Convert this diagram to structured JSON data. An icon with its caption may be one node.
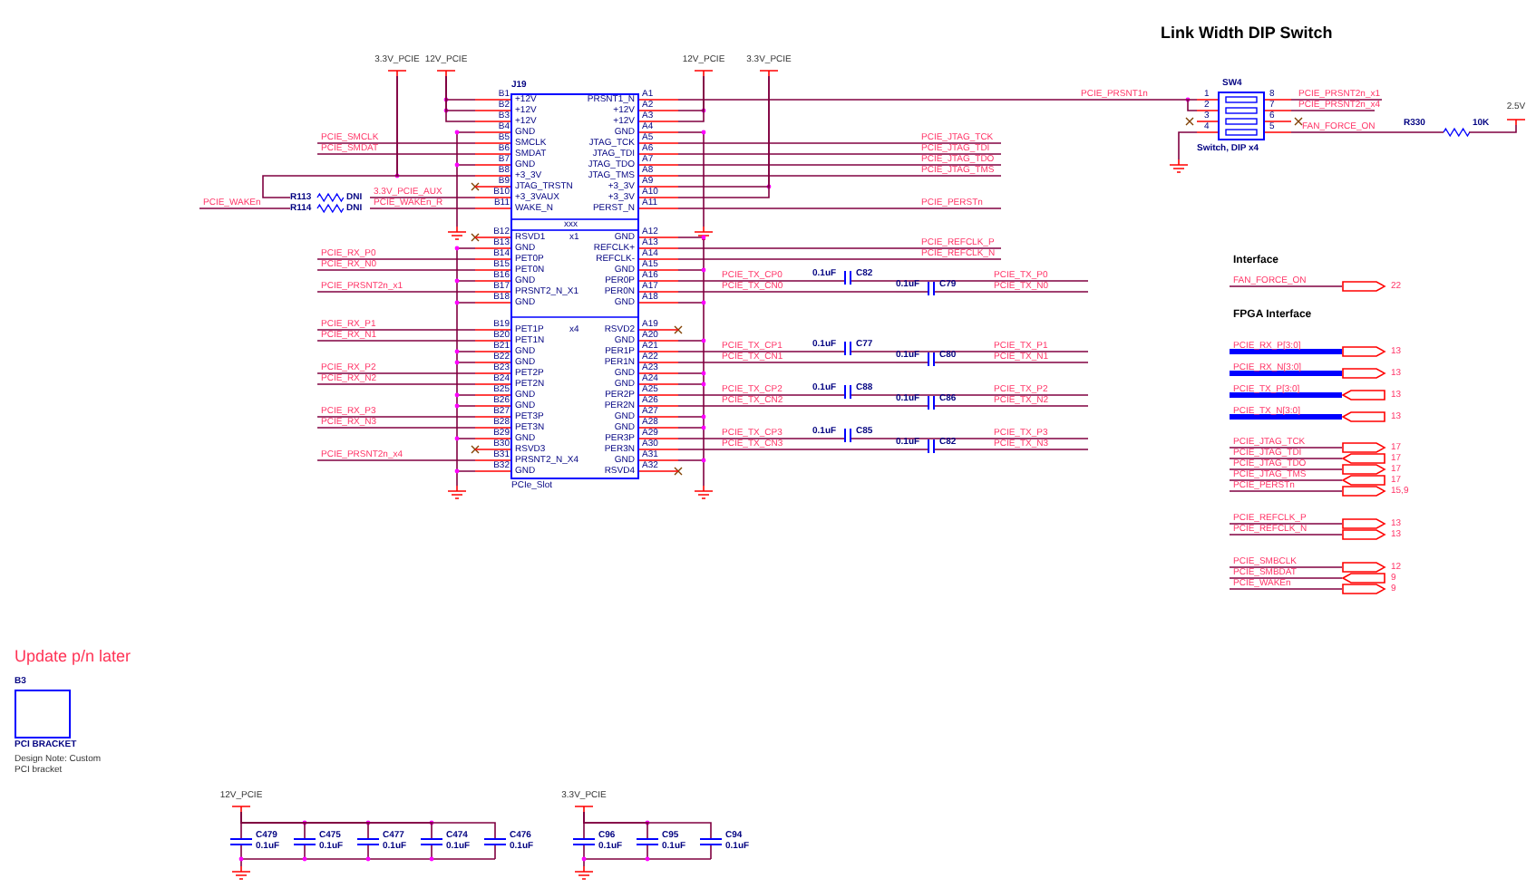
{
  "diagram": {
    "title": "Link Width DIP Switch",
    "nodes": [
      {
        "text": [
          "J19",
          "xxx",
          "x1",
          "x4"
        ],
        "beside": [
          "PCIe_Slot"
        ]
      },
      {
        "text": [
          "3.3V_PCIE"
        ]
      },
      {
        "text": [
          "12V_PCIE"
        ]
      },
      {
        "text": [
          "12V_PCIE"
        ]
      },
      {
        "text": [
          "3.3V_PCIE"
        ]
      },
      {
        "text": [
          "R113",
          "DNI"
        ]
      },
      {
        "text": [
          "R114",
          "DNI"
        ]
      },
      {
        "text": [
          "0.1uF",
          "C82"
        ]
      },
      {
        "text": [
          "0.1uF",
          "C79"
        ]
      },
      {
        "text": [
          "0.1uF",
          "C77"
        ]
      },
      {
        "text": [
          "0.1uF",
          "C80"
        ]
      },
      {
        "text": [
          "0.1uF",
          "C88"
        ]
      },
      {
        "text": [
          "0.1uF",
          "C86"
        ]
      },
      {
        "text": [
          "0.1uF",
          "C85"
        ]
      },
      {
        "text": [
          "0.1uF",
          "C82"
        ]
      },
      {
        "text": [
          "SW4"
        ],
        "beside": [
          "Switch, DIP x4"
        ]
      },
      {
        "text": [
          "R330",
          "10K"
        ]
      },
      {
        "text": [
          "2.5V"
        ]
      },
      {
        "text": [],
        "shape": "box",
        "beside": [
          "22"
        ]
      },
      {
        "text": [],
        "shape": "box",
        "beside": [
          "13"
        ]
      },
      {
        "text": [],
        "shape": "box",
        "beside": [
          "13"
        ]
      },
      {
        "text": [],
        "shape": "box",
        "beside": [
          "13"
        ]
      },
      {
        "text": [],
        "shape": "box",
        "beside": [
          "13"
        ]
      },
      {
        "text": [],
        "shape": "box",
        "beside": [
          "17"
        ]
      },
      {
        "text": [],
        "shape": "box",
        "beside": [
          "17"
        ]
      },
      {
        "text": [],
        "shape": "box",
        "beside": [
          "17"
        ]
      },
      {
        "text": [],
        "shape": "box",
        "beside": [
          "17"
        ]
      },
      {
        "text": [],
        "shape": "box",
        "beside": [
          "15,9"
        ]
      },
      {
        "text": [],
        "shape": "box",
        "beside": [
          "13"
        ]
      },
      {
        "text": [],
        "shape": "box",
        "beside": [
          "13"
        ]
      },
      {
        "text": [],
        "shape": "box",
        "beside": [
          "12"
        ]
      },
      {
        "text": [],
        "shape": "box",
        "beside": [
          "9"
        ]
      },
      {
        "text": [],
        "shape": "box",
        "beside": [
          "9"
        ]
      },
      {
        "text": [
          "B3"
        ],
        "beside": [
          "PCI BRACKET"
        ]
      },
      {
        "text": [
          "12V_PCIE"
        ]
      },
      {
        "text": [
          "C479",
          "0.1uF"
        ]
      },
      {
        "text": [
          "C475",
          "0.1uF"
        ]
      },
      {
        "text": [
          "C477",
          "0.1uF"
        ]
      },
      {
        "text": [
          "C474",
          "0.1uF"
        ]
      },
      {
        "text": [
          "C476",
          "0.1uF"
        ]
      },
      {
        "text": [
          "3.3V_PCIE"
        ]
      },
      {
        "text": [
          "C96",
          "0.1uF"
        ]
      },
      {
        "text": [
          "C95",
          "0.1uF"
        ]
      },
      {
        "text": [
          "C94",
          "0.1uF"
        ]
      }
    ],
    "edges": [
      {
        "from": 2,
        "to": 0,
        "arrow": "none"
      },
      {
        "from": 2,
        "to": 0,
        "arrow": "none"
      },
      {
        "from": 2,
        "to": 0,
        "arrow": "none"
      },
      {
        "from": null,
        "to": 0,
        "arrow": "none",
        "label": "PCIE_SMCLK"
      },
      {
        "from": null,
        "to": 0,
        "arrow": "none",
        "label": "PCIE_SMDAT"
      },
      {
        "from": 1,
        "to": 0,
        "arrow": "none"
      },
      {
        "from": 1,
        "to": 5,
        "arrow": "none"
      },
      {
        "from": 5,
        "to": 0,
        "arrow": "none",
        "label": "3.3V_PCIE_AUX"
      },
      {
        "from": null,
        "to": 6,
        "arrow": "none",
        "label": "PCIE_WAKEn"
      },
      {
        "from": 6,
        "to": 0,
        "arrow": "none",
        "label": "PCIE_WAKEn_R"
      },
      {
        "from": null,
        "to": 0,
        "arrow": "none",
        "label": "PCIE_RX_P0"
      },
      {
        "from": null,
        "to": 0,
        "arrow": "none",
        "label": "PCIE_RX_N0"
      },
      {
        "from": null,
        "to": 0,
        "arrow": "none",
        "label": "PCIE_PRSNT2n_x1"
      },
      {
        "from": null,
        "to": 0,
        "arrow": "none",
        "label": "PCIE_RX_P1"
      },
      {
        "from": null,
        "to": 0,
        "arrow": "none",
        "label": "PCIE_RX_N1"
      },
      {
        "from": null,
        "to": 0,
        "arrow": "none",
        "label": "PCIE_RX_P2"
      },
      {
        "from": null,
        "to": 0,
        "arrow": "none",
        "label": "PCIE_RX_N2"
      },
      {
        "from": null,
        "to": 0,
        "arrow": "none",
        "label": "PCIE_RX_P3"
      },
      {
        "from": null,
        "to": 0,
        "arrow": "none",
        "label": "PCIE_RX_N3"
      },
      {
        "from": null,
        "to": 0,
        "arrow": "none",
        "label": "PCIE_PRSNT2n_x4"
      },
      {
        "from": 0,
        "to": 15,
        "arrow": "none",
        "label": "PCIE_PRSNT1n"
      },
      {
        "from": 3,
        "to": 0,
        "arrow": "none"
      },
      {
        "from": 3,
        "to": 0,
        "arrow": "none"
      },
      {
        "from": 0,
        "to": null,
        "arrow": "none",
        "label": "PCIE_JTAG_TCK"
      },
      {
        "from": 0,
        "to": null,
        "arrow": "none",
        "label": "PCIE_JTAG_TDI"
      },
      {
        "from": 0,
        "to": null,
        "arrow": "none",
        "label": "PCIE_JTAG_TDO"
      },
      {
        "from": 0,
        "to": null,
        "arrow": "none",
        "label": "PCIE_JTAG_TMS"
      },
      {
        "from": 4,
        "to": 0,
        "arrow": "none"
      },
      {
        "from": 4,
        "to": 0,
        "arrow": "none"
      },
      {
        "from": 0,
        "to": null,
        "arrow": "none",
        "label": "PCIE_PERSTn"
      },
      {
        "from": 0,
        "to": null,
        "arrow": "none",
        "label": "PCIE_REFCLK_P"
      },
      {
        "from": 0,
        "to": null,
        "arrow": "none",
        "label": "PCIE_REFCLK_N"
      },
      {
        "from": 0,
        "to": 7,
        "arrow": "none",
        "label": "PCIE_TX_CP0"
      },
      {
        "from": 7,
        "to": null,
        "arrow": "none",
        "label": "PCIE_TX_P0"
      },
      {
        "from": 0,
        "to": 8,
        "arrow": "none",
        "label": "PCIE_TX_CN0"
      },
      {
        "from": 8,
        "to": null,
        "arrow": "none",
        "label": "PCIE_TX_N0"
      },
      {
        "from": 0,
        "to": 9,
        "arrow": "none",
        "label": "PCIE_TX_CP1"
      },
      {
        "from": 9,
        "to": null,
        "arrow": "none",
        "label": "PCIE_TX_P1"
      },
      {
        "from": 0,
        "to": 10,
        "arrow": "none",
        "label": "PCIE_TX_CN1"
      },
      {
        "from": 10,
        "to": null,
        "arrow": "none",
        "label": "PCIE_TX_N1"
      },
      {
        "from": 0,
        "to": 11,
        "arrow": "none",
        "label": "PCIE_TX_CP2"
      },
      {
        "from": 11,
        "to": null,
        "arrow": "none",
        "label": "PCIE_TX_P2"
      },
      {
        "from": 0,
        "to": 12,
        "arrow": "none",
        "label": "PCIE_TX_CN2"
      },
      {
        "from": 12,
        "to": null,
        "arrow": "none",
        "label": "PCIE_TX_N2"
      },
      {
        "from": 0,
        "to": 13,
        "arrow": "none",
        "label": "PCIE_TX_CP3"
      },
      {
        "from": 13,
        "to": null,
        "arrow": "none",
        "label": "PCIE_TX_P3"
      },
      {
        "from": 0,
        "to": 14,
        "arrow": "none",
        "label": "PCIE_TX_CN3"
      },
      {
        "from": 14,
        "to": null,
        "arrow": "none",
        "label": "PCIE_TX_N3"
      },
      {
        "from": 15,
        "to": null,
        "arrow": "none",
        "label": "PCIE_PRSNT2n_x1"
      },
      {
        "from": 15,
        "to": null,
        "arrow": "none",
        "label": "PCIE_PRSNT2n_x4"
      },
      {
        "from": 15,
        "to": 16,
        "arrow": "none",
        "label": "FAN_FORCE_ON"
      },
      {
        "from": 16,
        "to": 17,
        "arrow": "none"
      },
      {
        "from": null,
        "to": 18,
        "arrow": "none",
        "label": "FAN_FORCE_ON"
      },
      {
        "from": null,
        "to": 19,
        "arrow": "none",
        "label": "PCIE_RX_P[3:0]",
        "style": "thick",
        "color": "#0000ff"
      },
      {
        "from": null,
        "to": 20,
        "arrow": "none",
        "label": "PCIE_RX_N[3:0]",
        "style": "thick",
        "color": "#0000ff"
      },
      {
        "from": null,
        "to": 21,
        "arrow": "none",
        "label": "PCIE_TX_P[3:0]",
        "style": "thick",
        "color": "#0000ff"
      },
      {
        "from": null,
        "to": 22,
        "arrow": "none",
        "label": "PCIE_TX_N[3:0]",
        "style": "thick",
        "color": "#0000ff"
      },
      {
        "from": null,
        "to": 23,
        "arrow": "none",
        "label": "PCIE_JTAG_TCK"
      },
      {
        "from": null,
        "to": 24,
        "arrow": "none",
        "label": "PCIE_JTAG_TDI"
      },
      {
        "from": null,
        "to": 25,
        "arrow": "none",
        "label": "PCIE_JTAG_TDO"
      },
      {
        "from": null,
        "to": 26,
        "arrow": "none",
        "label": "PCIE_JTAG_TMS"
      },
      {
        "from": null,
        "to": 27,
        "arrow": "none",
        "label": "PCIE_PERSTn"
      },
      {
        "from": null,
        "to": 28,
        "arrow": "none",
        "label": "PCIE_REFCLK_P"
      },
      {
        "from": null,
        "to": 29,
        "arrow": "none",
        "label": "PCIE_REFCLK_N"
      },
      {
        "from": null,
        "to": 30,
        "arrow": "none",
        "label": "PCIE_SMBCLK"
      },
      {
        "from": null,
        "to": 31,
        "arrow": "none",
        "label": "PCIE_SMBDAT"
      },
      {
        "from": null,
        "to": 32,
        "arrow": "none",
        "label": "PCIE_WAKEn"
      },
      {
        "from": 34,
        "to": 35,
        "arrow": "none"
      },
      {
        "from": 34,
        "to": 36,
        "arrow": "none"
      },
      {
        "from": 34,
        "to": 37,
        "arrow": "none"
      },
      {
        "from": 34,
        "to": 38,
        "arrow": "none"
      },
      {
        "from": 34,
        "to": 39,
        "arrow": "none"
      },
      {
        "from": 40,
        "to": 41,
        "arrow": "none"
      },
      {
        "from": 40,
        "to": 42,
        "arrow": "none"
      },
      {
        "from": 40,
        "to": 43,
        "arrow": "none"
      }
    ],
    "labels": [
      "B1",
      "+12V",
      "PRSNT1_N",
      "A1",
      "B2",
      "+12V",
      "+12V",
      "A2",
      "B3",
      "+12V",
      "+12V",
      "A3",
      "B4",
      "GND",
      "GND",
      "A4",
      "B5",
      "SMCLK",
      "JTAG_TCK",
      "A5",
      "B6",
      "SMDAT",
      "JTAG_TDI",
      "A6",
      "B7",
      "GND",
      "JTAG_TDO",
      "A7",
      "B8",
      "+3_3V",
      "JTAG_TMS",
      "A8",
      "B9",
      "JTAG_TRSTN",
      "+3_3V",
      "A9",
      "B10",
      "+3_3VAUX",
      "+3_3V",
      "A10",
      "B11",
      "WAKE_N",
      "PERST_N",
      "A11",
      "B12",
      "RSVD1",
      "GND",
      "A12",
      "B13",
      "GND",
      "REFCLK+",
      "A13",
      "B14",
      "PET0P",
      "REFCLK-",
      "A14",
      "B15",
      "PET0N",
      "GND",
      "A15",
      "B16",
      "GND",
      "PER0P",
      "A16",
      "B17",
      "PRSNT2_N_X1",
      "PER0N",
      "A17",
      "B18",
      "GND",
      "GND",
      "A18",
      "B19",
      "PET1P",
      "RSVD2",
      "A19",
      "B20",
      "PET1N",
      "GND",
      "A20",
      "B21",
      "GND",
      "PER1P",
      "A21",
      "B22",
      "GND",
      "PER1N",
      "A22",
      "B23",
      "PET2P",
      "GND",
      "A23",
      "B24",
      "PET2N",
      "GND",
      "A24",
      "B25",
      "GND",
      "PER2P",
      "A25",
      "B26",
      "GND",
      "PER2N",
      "A26",
      "B27",
      "PET3P",
      "GND",
      "A27",
      "B28",
      "PET3N",
      "GND",
      "A28",
      "B29",
      "GND",
      "PER3P",
      "A29",
      "B30",
      "RSVD3",
      "PER3N",
      "A30",
      "B31",
      "PRSNT2_N_X4",
      "GND",
      "A31",
      "B32",
      "GND",
      "RSVD4",
      "A32",
      "1",
      "8",
      "2",
      "7",
      "3",
      "6",
      "4",
      "5",
      "Interface",
      "FPGA Interface",
      "Update p/n later",
      "Design Note: Custom PCI bracket"
    ]
  }
}
